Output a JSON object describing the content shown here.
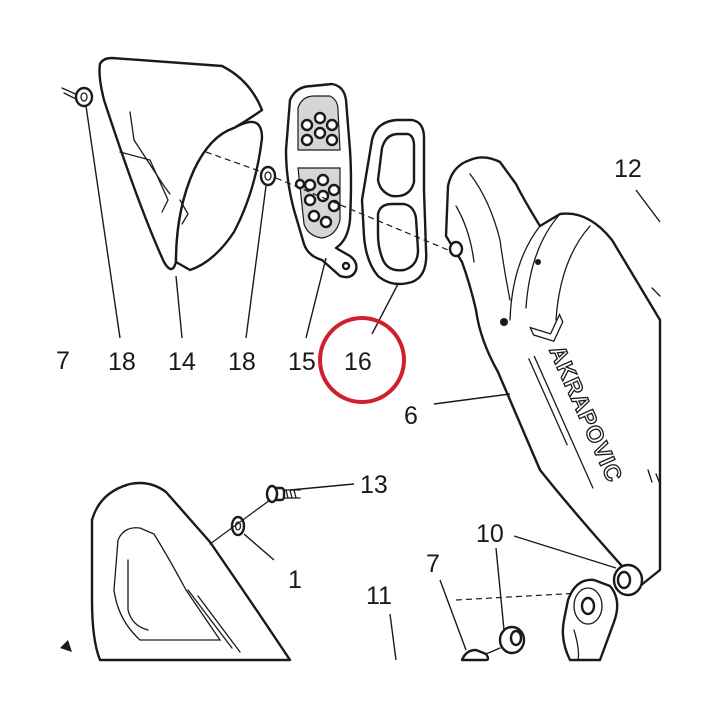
{
  "diagram": {
    "callouts": [
      {
        "id": "c7a",
        "label": "7"
      },
      {
        "id": "c18a",
        "label": "18"
      },
      {
        "id": "c14",
        "label": "14"
      },
      {
        "id": "c18b",
        "label": "18"
      },
      {
        "id": "c15",
        "label": "15"
      },
      {
        "id": "c16",
        "label": "16"
      },
      {
        "id": "c12",
        "label": "12"
      },
      {
        "id": "c6",
        "label": "6"
      },
      {
        "id": "c13",
        "label": "13"
      },
      {
        "id": "c1",
        "label": "1"
      },
      {
        "id": "c10",
        "label": "10"
      },
      {
        "id": "c7b",
        "label": "7"
      },
      {
        "id": "c11",
        "label": "11"
      }
    ],
    "brand_text": "AKRAPOVIC",
    "highlighted_callout": "16",
    "highlight_color": "#d0202d"
  }
}
